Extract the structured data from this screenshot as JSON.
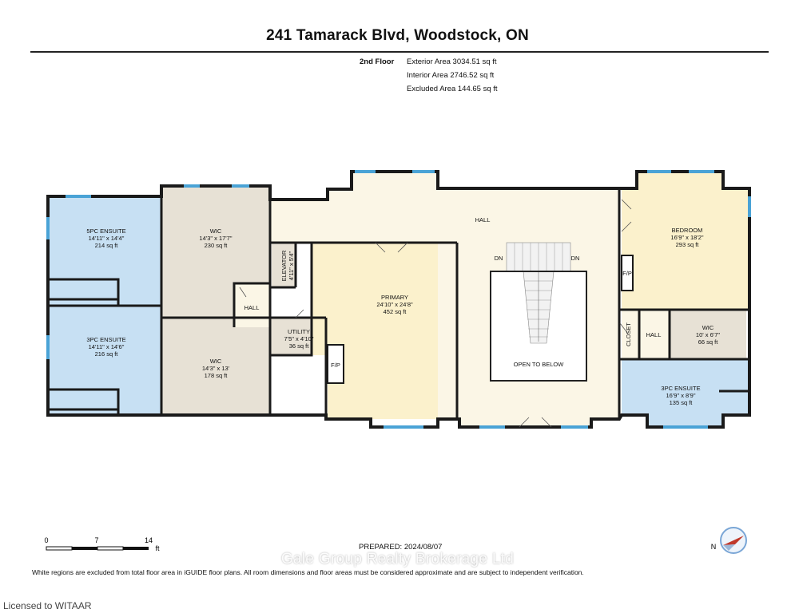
{
  "header": {
    "title": "241 Tamarack Blvd, Woodstock, ON"
  },
  "summary": {
    "floor": "2nd Floor",
    "exterior": "Exterior Area 3034.51 sq ft",
    "interior": "Interior Area 2746.52 sq ft",
    "excluded": "Excluded Area 144.65 sq ft"
  },
  "rooms": {
    "ensuite5": {
      "name": "5PC ENSUITE",
      "dims": "14'11\" x 14'4\"",
      "area": "214 sq ft"
    },
    "ensuite3w": {
      "name": "3PC ENSUITE",
      "dims": "14'11\" x 14'6\"",
      "area": "216 sq ft"
    },
    "wic1": {
      "name": "WIC",
      "dims": "14'3\" x 17'7\"",
      "area": "230 sq ft"
    },
    "wic2": {
      "name": "WIC",
      "dims": "14'3\" x 13'",
      "area": "178 sq ft"
    },
    "hall_small": {
      "name": "HALL"
    },
    "elevator": {
      "name": "ELEVATOR",
      "dims": "4'11\" x 5'4\""
    },
    "utility": {
      "name": "UTILITY",
      "dims": "7'5\" x 4'10\"",
      "area": "36 sq ft"
    },
    "primary": {
      "name": "PRIMARY",
      "dims": "24'10\" x 24'8\"",
      "area": "452 sq ft"
    },
    "hall_main": {
      "name": "HALL"
    },
    "stairs": {
      "dn_left": "DN",
      "dn_right": "DN",
      "open": "OPEN TO BELOW"
    },
    "bedroom": {
      "name": "BEDROOM",
      "dims": "16'9\" x 18'2\"",
      "area": "293 sq ft"
    },
    "closet": {
      "name": "CLOSET"
    },
    "hall_right": {
      "name": "HALL"
    },
    "wic3": {
      "name": "WIC",
      "dims": "10' x 6'7\"",
      "area": "66 sq ft"
    },
    "ensuite3e": {
      "name": "3PC ENSUITE",
      "dims": "16'9\" x 8'9\"",
      "area": "135 sq ft"
    },
    "fp_primary": "F/P",
    "fp_bedroom": "F/P"
  },
  "scale": {
    "t0": "0",
    "t1": "7",
    "t2": "14",
    "unit": "ft"
  },
  "prepared": "PREPARED: 2024/08/07",
  "disclaimer": "White regions are excluded from total floor area in iGUIDE floor plans. All room dimensions and floor areas must be considered approximate and are subject to independent verification.",
  "watermark": "Gale Group Realty Brokerage Ltd",
  "licensed": "Licensed to WITAAR",
  "compass": {
    "label": "N"
  },
  "colors": {
    "blue_room": "#c7e0f3",
    "gray_room": "#e7e1d5",
    "yellow_room": "#fbf1cc",
    "hall": "#fbf6e6",
    "window": "#4aa3d6",
    "wall": "#1a1a1a"
  }
}
